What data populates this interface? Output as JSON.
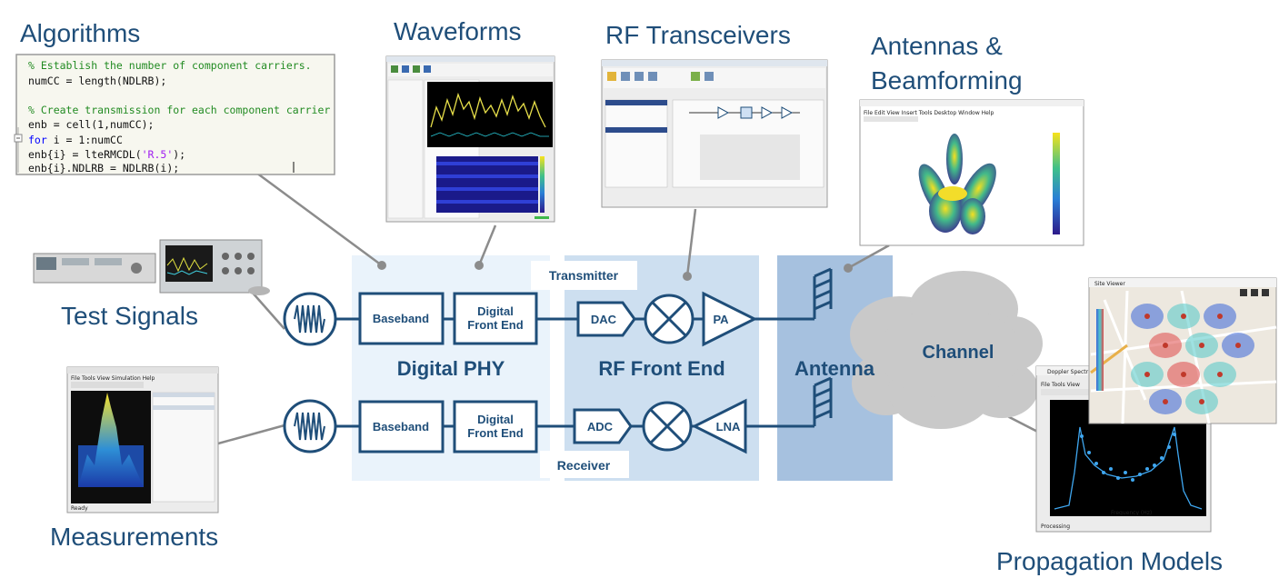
{
  "titles": {
    "algorithms": "Algorithms",
    "waveforms": "Waveforms",
    "rf_transceivers": "RF Transceivers",
    "antennas_line1": "Antennas &",
    "antennas_line2": "Beamforming",
    "test_signals": "Test Signals",
    "measurements": "Measurements",
    "propagation_models": "Propagation Models"
  },
  "zones": {
    "digital_phy": "Digital PHY",
    "rf_front_end": "RF Front End",
    "antenna": "Antenna",
    "channel": "Channel"
  },
  "labels": {
    "transmitter": "Transmitter",
    "receiver": "Receiver"
  },
  "blocks": {
    "baseband_tx": "Baseband",
    "dfe_tx_line1": "Digital",
    "dfe_tx_line2": "Front End",
    "dac": "DAC",
    "pa": "PA",
    "baseband_rx": "Baseband",
    "dfe_rx_line1": "Digital",
    "dfe_rx_line2": "Front End",
    "adc": "ADC",
    "lna": "LNA"
  },
  "code": {
    "line1": "% Establish the number of component carriers.",
    "line2": "numCC = length(NDLRB);",
    "line3": "% Create transmission for each component carrier",
    "line4a": "enb = cell(1,numCC);",
    "line5_kw": "for",
    "line5_rest": " i = 1:numCC",
    "line6_pre": "    enb{i} = lteRMCDL(",
    "line6_str": "'R.5'",
    "line6_post": ");",
    "line7": "    enb{i}.NDLRB = NDLRB(i);"
  },
  "thumbnails": {
    "measurements_menu": "File  Tools  View  Simulation  Help",
    "antenna_menu": "File  Edit  View  Insert  Tools  Desktop  Window  Help",
    "doppler_title": "Doppler Spectrum",
    "doppler_menu": "File  Tools  View",
    "doppler_status": "Processing",
    "doppler_xlabel": "Frequency (Hz)",
    "site_viewer_title": "Site Viewer",
    "measurements_status": "Ready"
  },
  "colors": {
    "primary": "#1f4e79",
    "zone_phy": "#eaf3fb",
    "zone_rf": "#cddff0",
    "zone_antenna": "#a6c1df",
    "cloud": "#c9c9c9",
    "callout": "#8c8c8c"
  }
}
